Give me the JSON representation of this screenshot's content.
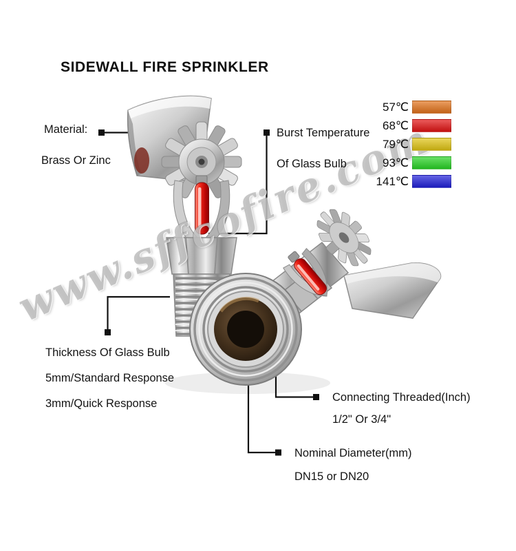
{
  "title": "SIDEWALL FIRE SPRINKLER",
  "watermark": "www.sffcofire.com",
  "legend": {
    "items": [
      {
        "label": "57℃",
        "color": "#e2731c"
      },
      {
        "label": "68℃",
        "color": "#e11414"
      },
      {
        "label": "79℃",
        "color": "#e0c414"
      },
      {
        "label": "93℃",
        "color": "#2ad426"
      },
      {
        "label": "141℃",
        "color": "#2121d9"
      }
    ]
  },
  "annotations": {
    "material": {
      "line1": "Material:",
      "line2": "Brass Or Zinc"
    },
    "burst_temp": {
      "line1": "Burst Temperature",
      "line2": "Of Glass Bulb"
    },
    "thickness": {
      "line1": "Thickness Of Glass Bulb",
      "line2": "5mm/Standard Response",
      "line3": "3mm/Quick Response"
    },
    "connecting": {
      "line1": "Connecting Threaded(Inch)",
      "line2": "1/2\" Or 3/4\""
    },
    "nominal": {
      "line1": "Nominal Diameter(mm)",
      "line2": "DN15 or DN20"
    }
  }
}
